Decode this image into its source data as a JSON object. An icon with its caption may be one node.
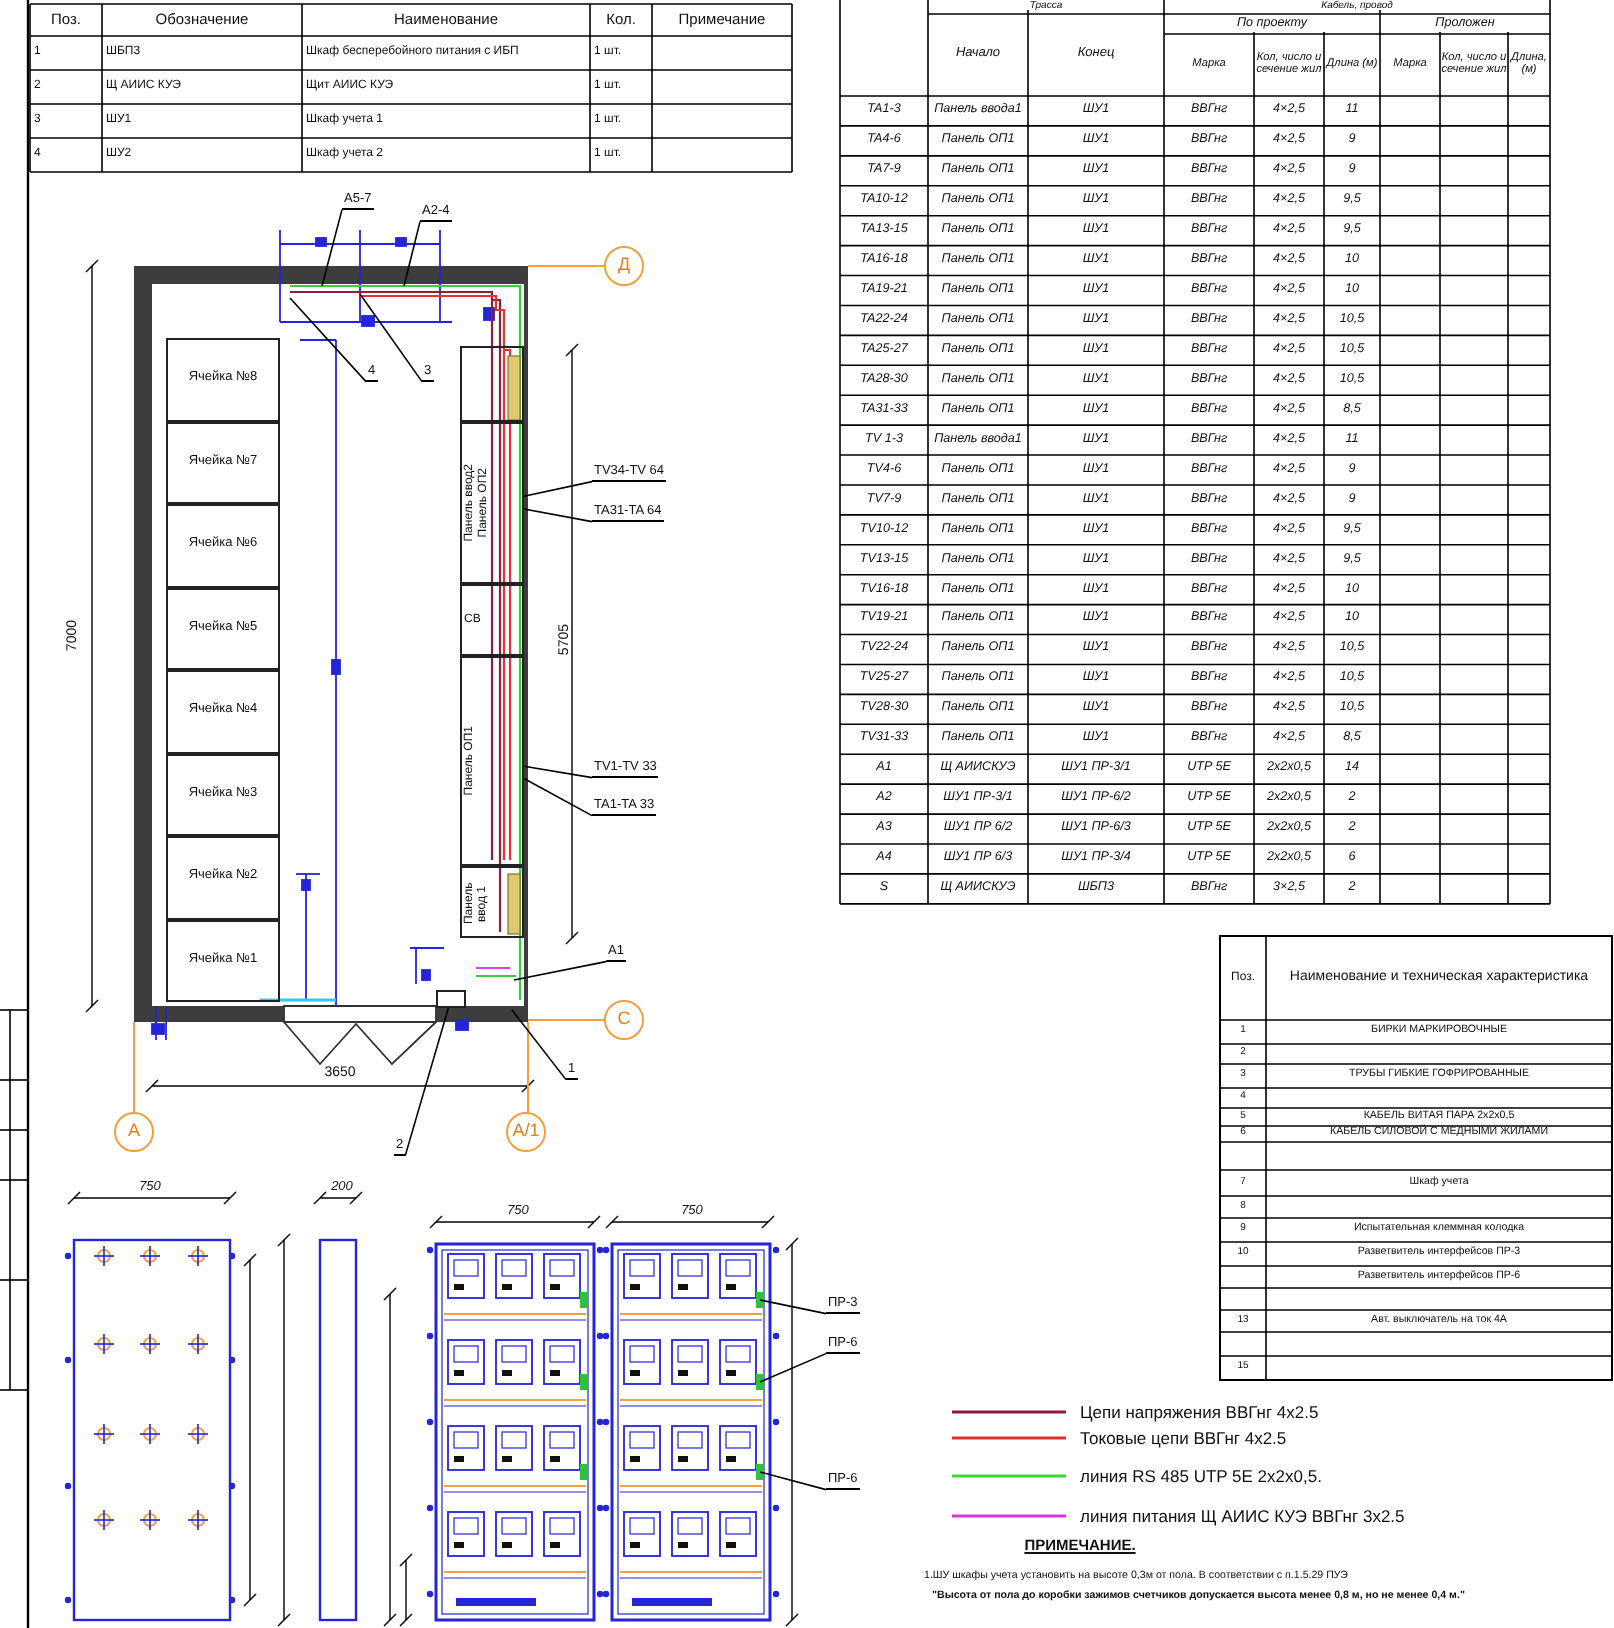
{
  "diagram": {
    "nodes": [
      {
        "text": [
          "Ячейка №8"
        ]
      },
      {
        "text": [
          "Ячейка №7"
        ]
      },
      {
        "text": [
          "Ячейка №6"
        ]
      },
      {
        "text": [
          "Ячейка №5"
        ]
      },
      {
        "text": [
          "Ячейка №4"
        ]
      },
      {
        "text": [
          "Ячейка №3"
        ]
      },
      {
        "text": [
          "Ячейка №2"
        ]
      },
      {
        "text": [
          "Ячейка №1"
        ]
      },
      {
        "text": [],
        "shape": "box"
      },
      {
        "text": [
          "Панель ввод2",
          "Панель ОП2"
        ]
      },
      {
        "text": [
          "СВ"
        ]
      },
      {
        "text": [
          "Панель ОП1"
        ]
      },
      {
        "text": [
          "Панель ввод 1"
        ]
      },
      {
        "text": [
          "Д"
        ]
      },
      {
        "text": [
          "С"
        ]
      },
      {
        "text": [
          "А"
        ]
      },
      {
        "text": [
          "А/1"
        ]
      },
      {
        "text": [
          "A5-7"
        ]
      },
      {
        "text": [
          "A2-4"
        ]
      },
      {
        "text": [
          "4"
        ]
      },
      {
        "text": [
          "3"
        ]
      },
      {
        "text": [
          "TV34-TV 64"
        ]
      },
      {
        "text": [
          "TA31-TA 64"
        ]
      },
      {
        "text": [
          "TV1-TV 33"
        ]
      },
      {
        "text": [
          "TA1-TA 33"
        ]
      },
      {
        "text": [
          "A1"
        ]
      },
      {
        "text": [
          "1"
        ]
      },
      {
        "text": [
          "2"
        ]
      },
      {
        "text": [
          "ПР-3"
        ]
      },
      {
        "text": [
          "ПР-6"
        ]
      },
      {
        "text": [
          "ПР-6"
        ]
      },
      {
        "text": [],
        "shape": "box"
      }
    ],
    "edges": [
      {
        "from": 17,
        "to": null,
        "arrow": "none"
      },
      {
        "from": 18,
        "to": null,
        "arrow": "none"
      },
      {
        "from": 19,
        "to": null,
        "arrow": "none"
      },
      {
        "from": 20,
        "to": null,
        "arrow": "none"
      },
      {
        "from": 21,
        "to": 9,
        "arrow": "none"
      },
      {
        "from": 22,
        "to": 9,
        "arrow": "none"
      },
      {
        "from": 23,
        "to": 11,
        "arrow": "none"
      },
      {
        "from": 24,
        "to": 11,
        "arrow": "none"
      },
      {
        "from": 25,
        "to": null,
        "arrow": "none"
      },
      {
        "from": 26,
        "to": null,
        "arrow": "none"
      },
      {
        "from": 27,
        "to": 31,
        "arrow": "none"
      },
      {
        "from": 28,
        "to": null,
        "arrow": "none"
      },
      {
        "from": 29,
        "to": null,
        "arrow": "none"
      },
      {
        "from": 30,
        "to": null,
        "arrow": "none"
      }
    ],
    "labels": [
      "Поз.",
      "Обозначение",
      "Наименование",
      "Кол.",
      "Примечание",
      "1",
      "ШБП3",
      "Шкаф бесперебойного питания с ИБП",
      "1 шт.",
      "2",
      "Щ АИИС КУЭ",
      "Щит АИИС КУЭ",
      "1 шт.",
      "3",
      "ШУ1",
      "Шкаф учета 1",
      "1 шт.",
      "4",
      "ШУ2",
      "Шкаф учета 2",
      "1 шт.",
      "7000",
      "5705",
      "3650",
      "750",
      "200",
      "750",
      "750",
      "Трасса",
      "Кабель, провод",
      "Начало",
      "Конец",
      "По проекту",
      "Проложен",
      "Марка",
      "Кол, число и сечение жил",
      "Длина (м)",
      "Марка",
      "Кол, число и сечение жил",
      "Длина, (м)",
      "TA1-3",
      "Панель ввода1",
      "ШУ1",
      "ВВГнг",
      "4×2,5",
      "11",
      "TA4-6",
      "Панель ОП1",
      "ШУ1",
      "ВВГнг",
      "4×2,5",
      "9",
      "TA7-9",
      "Панель ОП1",
      "ШУ1",
      "ВВГнг",
      "4×2,5",
      "9",
      "TA10-12",
      "Панель ОП1",
      "ШУ1",
      "ВВГнг",
      "4×2,5",
      "9,5",
      "TA13-15",
      "Панель ОП1",
      "ШУ1",
      "ВВГнг",
      "4×2,5",
      "9,5",
      "TA16-18",
      "Панель ОП1",
      "ШУ1",
      "ВВГнг",
      "4×2,5",
      "10",
      "TA19-21",
      "Панель ОП1",
      "ШУ1",
      "ВВГнг",
      "4×2,5",
      "10",
      "TA22-24",
      "Панель ОП1",
      "ШУ1",
      "ВВГнг",
      "4×2,5",
      "10,5",
      "TA25-27",
      "Панель ОП1",
      "ШУ1",
      "ВВГнг",
      "4×2,5",
      "10,5",
      "TA28-30",
      "Панель ОП1",
      "ШУ1",
      "ВВГнг",
      "4×2,5",
      "10,5",
      "TA31-33",
      "Панель ОП1",
      "ШУ1",
      "ВВГнг",
      "4×2,5",
      "8,5",
      "TV 1-3",
      "Панель ввода1",
      "ШУ1",
      "ВВГнг",
      "4×2,5",
      "11",
      "TV4-6",
      "Панель ОП1",
      "ШУ1",
      "ВВГнг",
      "4×2,5",
      "9",
      "TV7-9",
      "Панель ОП1",
      "ШУ1",
      "ВВГнг",
      "4×2,5",
      "9",
      "TV10-12",
      "Панель ОП1",
      "ШУ1",
      "ВВГнг",
      "4×2,5",
      "9,5",
      "TV13-15",
      "Панель ОП1",
      "ШУ1",
      "ВВГнг",
      "4×2,5",
      "9,5",
      "TV16-18",
      "Панель ОП1",
      "ШУ1",
      "ВВГнг",
      "4×2,5",
      "10",
      "TV19-21",
      "Панель ОП1",
      "ШУ1",
      "ВВГнг",
      "4×2,5",
      "10",
      "TV22-24",
      "Панель ОП1",
      "ШУ1",
      "ВВГнг",
      "4×2,5",
      "10,5",
      "TV25-27",
      "Панель ОП1",
      "ШУ1",
      "ВВГнг",
      "4×2,5",
      "10,5",
      "TV28-30",
      "Панель ОП1",
      "ШУ1",
      "ВВГнг",
      "4×2,5",
      "10,5",
      "TV31-33",
      "Панель ОП1",
      "ШУ1",
      "ВВГнг",
      "4×2,5",
      "8,5",
      "A1",
      "Щ АИИСКУЭ",
      "ШУ1 ПР-3/1",
      "UTP 5E",
      "2х2х0,5",
      "14",
      "A2",
      "ШУ1 ПР-3/1",
      "ШУ1 ПР-6/2",
      "UTP 5E",
      "2х2х0,5",
      "2",
      "A3",
      "ШУ1 ПР 6/2",
      "ШУ1 ПР-6/3",
      "UTP 5E",
      "2х2х0,5",
      "2",
      "A4",
      "ШУ1 ПР 6/3",
      "ШУ1 ПР-3/4",
      "UTP 5E",
      "2х2х0,5",
      "6",
      "S",
      "Щ АИИСКУЭ",
      "ШБП3",
      "ВВГнг",
      "3×2,5",
      "2",
      "Поз.",
      "Наименование и техническая характеристика",
      "1",
      "БИРКИ МАРКИРОВОЧНЫЕ",
      "2",
      "3",
      "ТРУБЫ ГИБКИЕ ГОФРИРОВАННЫЕ",
      "4",
      "5",
      "КАБЕЛЬ ВИТАЯ ПАРА 2х2х0,5",
      "6",
      "КАБЕЛЬ СИЛОВОЙ С МЕДНЫМИ ЖИЛАМИ",
      "7",
      "Шкаф учета",
      "8",
      "9",
      "Испытательная клеммная колодка",
      "10",
      "Разветвитель интерфейсов ПР-3",
      "Разветвитель интерфейсов ПР-6",
      "13",
      "Авт. выключатель на ток 4А",
      "15",
      "ПРИМЕЧАНИЕ.",
      "1.ШУ шкафы учета установить на высоте 0,3м от пола. В соответствии с п.1.5.29 ПУЭ",
      "\"Высота от пола до коробки зажимов счетчиков допускается высота менее 0,8 м, но не менее 0,4 м.\""
    ],
    "legend": [
      {
        "text": "Цепи напряжения ВВГнг 4х2.5"
      },
      {
        "text": "Токовые цепи ВВГнг 4х2.5"
      },
      {
        "text": "линия RS 485 UTP 5E 2х2х0,5."
      },
      {
        "text": "линия питания Щ АИИС КУЭ ВВГнг 3х2.5"
      }
    ]
  }
}
